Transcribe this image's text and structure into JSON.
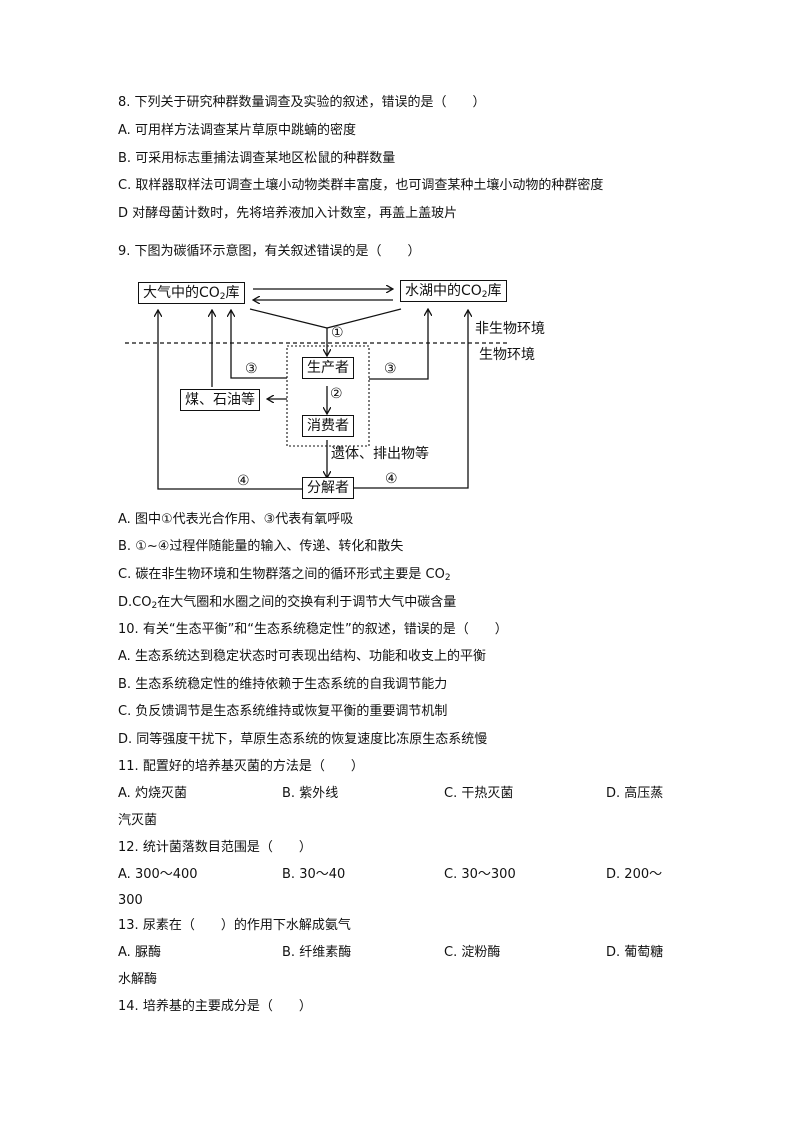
{
  "questions": [
    {
      "number": "8.",
      "stem": "下列关于研究种群数量调查及实验的叙述，错误的是（　　）",
      "options": [
        {
          "label": "A.",
          "text": "可用样方法调查某片草原中跳蝻的密度"
        },
        {
          "label": "B.",
          "text": "可采用标志重捕法调查某地区松鼠的种群数量"
        },
        {
          "label": "C.",
          "text": "取样器取样法可调查土壤小动物类群丰富度，也可调查某种土壤小动物的种群密度"
        },
        {
          "label": "D",
          "text": "对酵母菌计数时，先将培养液加入计数室，再盖上盖玻片"
        }
      ]
    },
    {
      "number": "9.",
      "stem": "下图为碳循环示意图，有关叙述错误的是（　　）",
      "diagram": {
        "atmosphere_box": "大气中的CO",
        "atmosphere_box_sub": "2",
        "atmosphere_box_tail": "库",
        "water_box": "水湖中的CO",
        "water_box_sub": "2",
        "water_box_tail": "库",
        "abiotic_label": "非生物环境",
        "biotic_label": "生物环境",
        "producer": "生产者",
        "consumer": "消费者",
        "decomposer": "分解者",
        "fossil_fuel": "煤、石油等",
        "remains_label": "遗体、排出物等",
        "markers": {
          "one": "①",
          "two": "②",
          "three": "③",
          "four": "④"
        }
      },
      "options": [
        {
          "label": "A.",
          "text": "图中①代表光合作用、③代表有氧呼吸"
        },
        {
          "label": "B.",
          "text": "①~④过程伴随能量的输入、传递、转化和散失"
        },
        {
          "label": "C.",
          "text": "碳在非生物环境和生物群落之间的循环形式主要是 CO",
          "sub": "2"
        },
        {
          "label": "D.",
          "pre": "CO",
          "sub": "2",
          "text": "在大气圈和水圈之间的交换有利于调节大气中碳含量"
        }
      ]
    },
    {
      "number": "10.",
      "stem": "有关“生态平衡”和“生态系统稳定性”的叙述，错误的是（　　）",
      "options": [
        {
          "label": "A.",
          "text": "生态系统达到稳定状态时可表现出结构、功能和收支上的平衡"
        },
        {
          "label": "B.",
          "text": "生态系统稳定性的维持依赖于生态系统的自我调节能力"
        },
        {
          "label": "C.",
          "text": "负反馈调节是生态系统维持或恢复平衡的重要调节机制"
        },
        {
          "label": "D.",
          "text": "同等强度干扰下，草原生态系统的恢复速度比冻原生态系统慢"
        }
      ]
    },
    {
      "number": "11.",
      "stem": "配置好的培养基灭菌的方法是（　　）",
      "options": [
        {
          "label": "A.",
          "text": "灼烧灭菌"
        },
        {
          "label": "B.",
          "text": "紫外线"
        },
        {
          "label": "C.",
          "text": "干热灭菌"
        },
        {
          "label": "D.",
          "text": "高压蒸"
        }
      ],
      "wrap": "汽灭菌"
    },
    {
      "number": "12.",
      "stem": "统计菌落数目范围是（　　）",
      "options": [
        {
          "label": "A.",
          "text": "300～400"
        },
        {
          "label": "B.",
          "text": "30～40"
        },
        {
          "label": "C.",
          "text": "30～300"
        },
        {
          "label": "D.",
          "text": "200～"
        }
      ],
      "wrap": "300"
    },
    {
      "number": "13.",
      "stem": "尿素在（　　）的作用下水解成氨气",
      "options": [
        {
          "label": "A.",
          "text": "脲酶"
        },
        {
          "label": "B.",
          "text": "纤维素酶"
        },
        {
          "label": "C.",
          "text": "淀粉酶"
        },
        {
          "label": "D.",
          "text": "葡萄糖"
        }
      ],
      "wrap": "水解酶"
    },
    {
      "number": "14.",
      "stem": "培养基的主要成分是（　　）"
    }
  ]
}
